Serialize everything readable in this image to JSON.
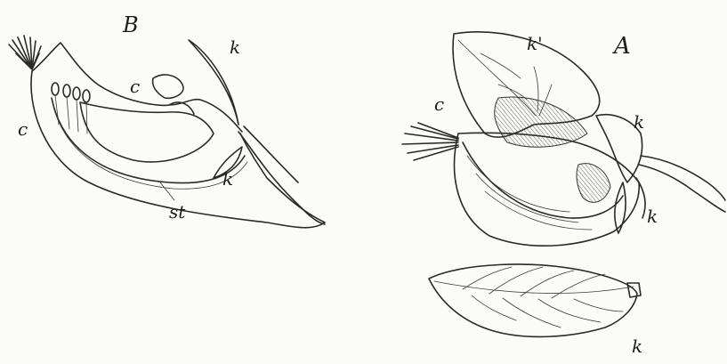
{
  "figure": {
    "labels": {
      "B": "B",
      "A": "A",
      "c_b_left": "c",
      "c_b_mid": "c",
      "k_b_top": "k",
      "k_b_bottom": "k",
      "st": "st",
      "k_prime": "k'",
      "c_a": "c",
      "k_a_right": "k",
      "k_a_lower": "k",
      "k_petal": "k"
    }
  }
}
